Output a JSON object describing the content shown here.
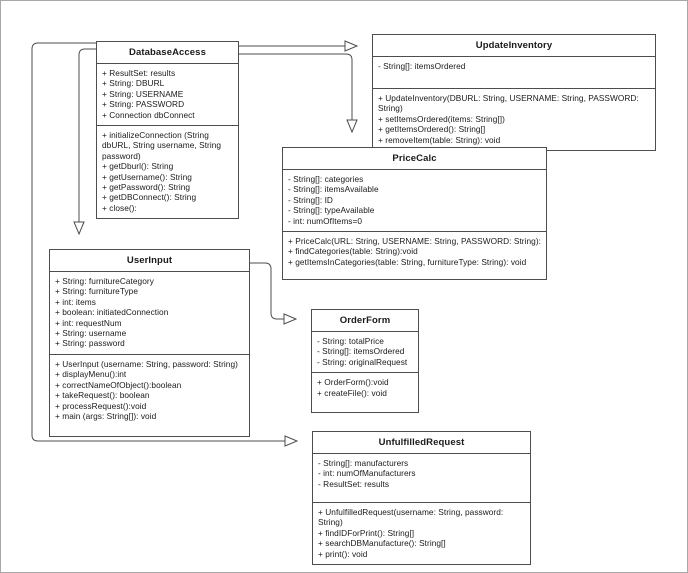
{
  "diagram": {
    "title": "UML Class Diagram",
    "type": "uml-class-diagram",
    "background_color": "#ffffff",
    "line_color": "#4d4d4d",
    "text_color": "#1a1a1a"
  },
  "classes": [
    {
      "id": "database-access",
      "name": "DatabaseAccess",
      "attributes": [
        "+ ResultSet: results",
        "+ String: DBURL",
        "+ String: USERNAME",
        "+ String: PASSWORD",
        "+ Connection dbConnect"
      ],
      "methods": [
        "+ initializeConnection (String dbURL, String username, String password)",
        "+ getDburl(): String",
        "+ getUsername(): String",
        "+ getPassword(): String",
        "+ getDBConnect(): String",
        "+ close():"
      ]
    },
    {
      "id": "update-inventory",
      "name": "UpdateInventory",
      "attributes": [
        "- String[]: itemsOrdered"
      ],
      "methods": [
        "+ UpdateInventory(DBURL: String, USERNAME: String, PASSWORD: String)",
        "+ setItemsOrdered(items: String[])",
        "+ getItemsOrdered(): String[]",
        "+ removeItem(table: String): void"
      ]
    },
    {
      "id": "price-calc",
      "name": "PriceCalc",
      "attributes": [
        "- String[]: categories",
        "- String[]: itemsAvailable",
        "- String[]: ID",
        "- String[]: typeAvailable",
        "- int: numOfItems=0"
      ],
      "methods": [
        "+ PriceCalc(URL: String, USERNAME: String, PASSWORD: String):",
        "+ findCategories(table: String):void",
        "+ getItemsInCategories(table: String, furnitureType: String): void"
      ]
    },
    {
      "id": "user-input",
      "name": "UserInput",
      "attributes": [
        "+ String: furnitureCategory",
        "+ String: furnitureType",
        "+ int: items",
        "+ boolean: initiatedConnection",
        "+ int: requestNum",
        "+ String: username",
        "+ String: password"
      ],
      "methods": [
        "+ UserInput (username: String, password: String)",
        "+ displayMenu():int",
        "+ correctNameOfObject():boolean",
        "+ takeRequest(): boolean",
        "+ processRequest():void",
        "+ main (args: String[]): void"
      ]
    },
    {
      "id": "order-form",
      "name": "OrderForm",
      "attributes": [
        "- String: totalPrice",
        "- String[]: itemsOrdered",
        "- String: originalRequest"
      ],
      "methods": [
        "+ OrderForm():void",
        "+ createFile(): void"
      ]
    },
    {
      "id": "unfulfilled-request",
      "name": "UnfulfilledRequest",
      "attributes": [
        "- String[]: manufacturers",
        "- int: numOfManufacturers",
        "- ResultSet: results"
      ],
      "methods": [
        "+ UnfulfilledRequest(username: String, password: String)",
        "+ findIDForPrint(): String[]",
        "+ searchDBManufacture(): String[]",
        "+ print(): void"
      ]
    }
  ],
  "relationships": [
    {
      "id": "edge-db-to-updateinventory",
      "from": "DatabaseAccess",
      "to": "UpdateInventory",
      "arrow": "hollow-triangle"
    },
    {
      "id": "edge-db-to-pricecalc",
      "from": "DatabaseAccess",
      "to": "PriceCalc",
      "arrow": "hollow-triangle"
    },
    {
      "id": "edge-db-to-userinput",
      "from": "DatabaseAccess",
      "to": "UserInput",
      "arrow": "hollow-triangle"
    },
    {
      "id": "edge-db-to-unfulfilledrequest",
      "from": "DatabaseAccess",
      "to": "UnfulfilledRequest",
      "arrow": "hollow-triangle"
    },
    {
      "id": "edge-userinput-to-orderform",
      "from": "UserInput",
      "to": "OrderForm",
      "arrow": "hollow-triangle"
    }
  ]
}
